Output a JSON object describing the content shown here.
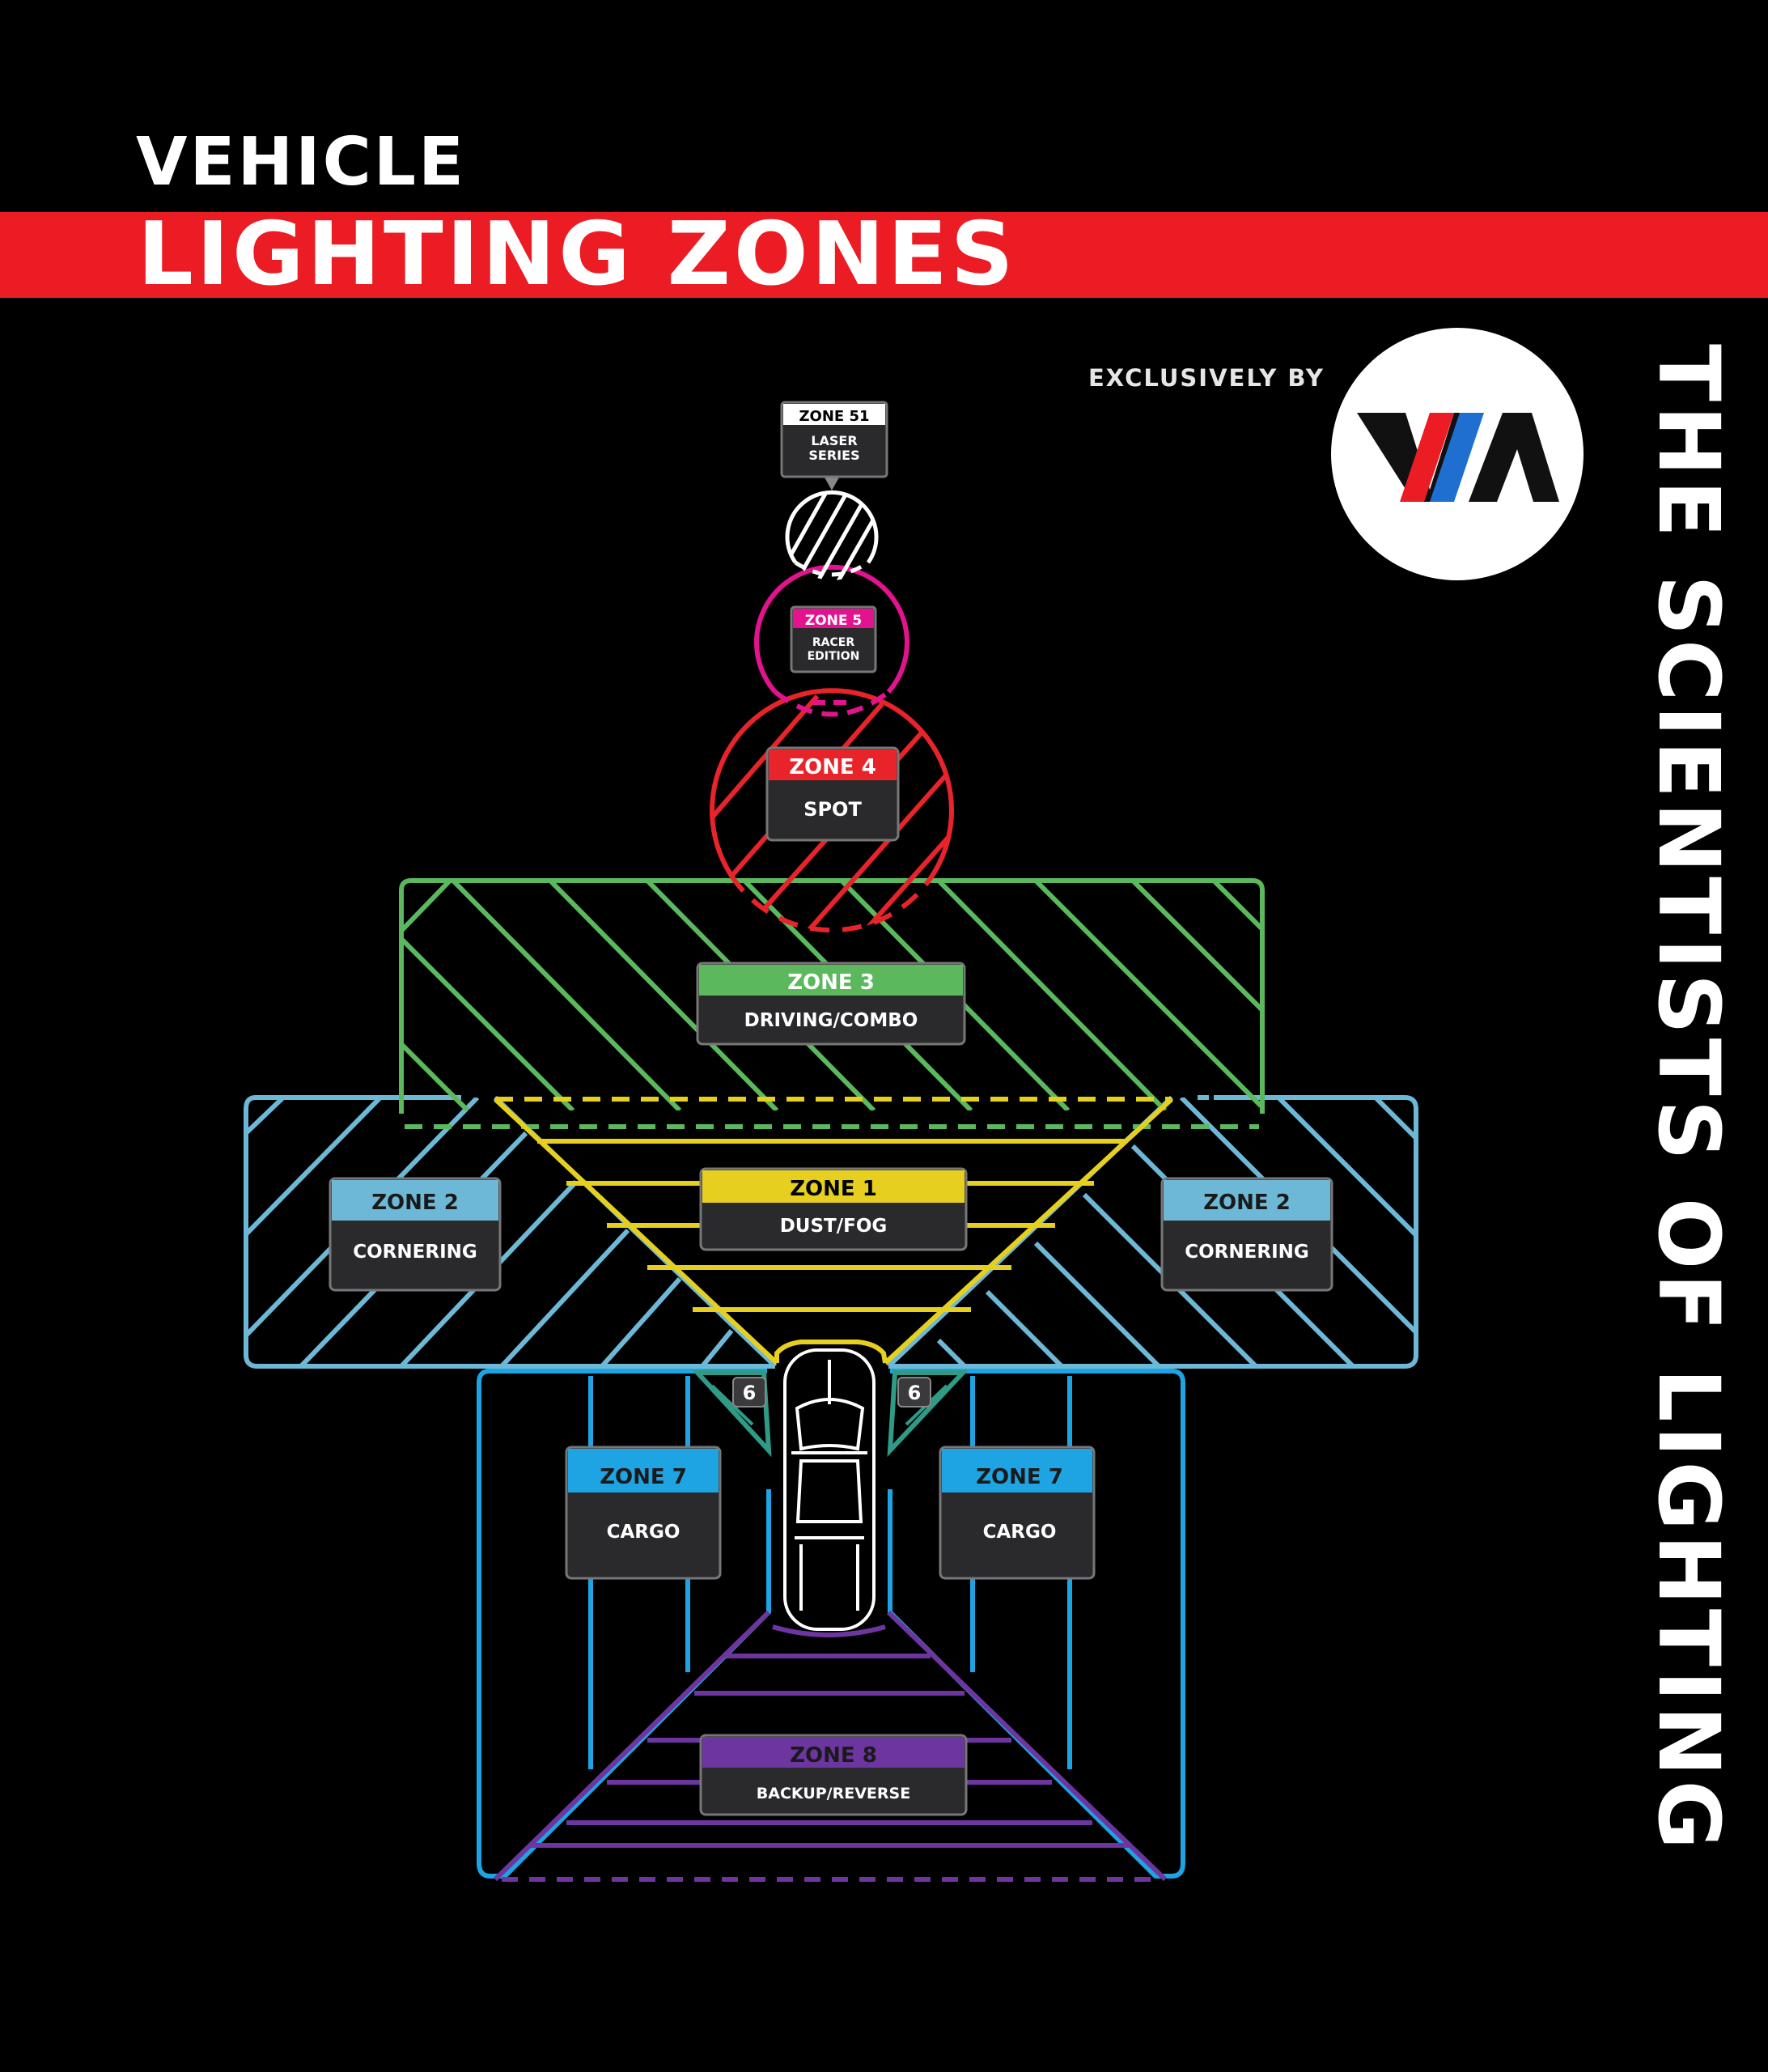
{
  "header": {
    "title_small": "VEHICLE",
    "title_large": "LIGHTING ZONES"
  },
  "branding": {
    "exclusive_text": "EXCLUSIVELY BY",
    "logo_letters": "VIA",
    "tagline": "THE SCIENTISTS OF LIGHTING"
  },
  "colors": {
    "red": "#ec1c24",
    "zone51": "#ffffff",
    "zone5": "#e5128f",
    "zone4": "#e8242a",
    "zone3": "#5bb85d",
    "zone2": "#6db8d6",
    "zone1": "#e6cf1f",
    "zone6": "#2f9a86",
    "zone7": "#1ea4e3",
    "zone8": "#6d35a0"
  },
  "zones": {
    "zone51": {
      "title": "ZONE 51",
      "sub_line1": "LASER",
      "sub_line2": "SERIES"
    },
    "zone5": {
      "title": "ZONE 5",
      "sub_line1": "RACER",
      "sub_line2": "EDITION"
    },
    "zone4": {
      "title": "ZONE 4",
      "sub": "SPOT"
    },
    "zone3": {
      "title": "ZONE 3",
      "sub": "DRIVING/COMBO"
    },
    "zone2_left": {
      "title": "ZONE 2",
      "sub": "CORNERING"
    },
    "zone2_right": {
      "title": "ZONE 2",
      "sub": "CORNERING"
    },
    "zone1": {
      "title": "ZONE 1",
      "sub": "DUST/FOG"
    },
    "zone6_left": {
      "title": "6"
    },
    "zone6_right": {
      "title": "6"
    },
    "zone7_left": {
      "title": "ZONE 7",
      "sub": "CARGO"
    },
    "zone7_right": {
      "title": "ZONE 7",
      "sub": "CARGO"
    },
    "zone8": {
      "title": "ZONE 8",
      "sub": "BACKUP/REVERSE"
    }
  }
}
